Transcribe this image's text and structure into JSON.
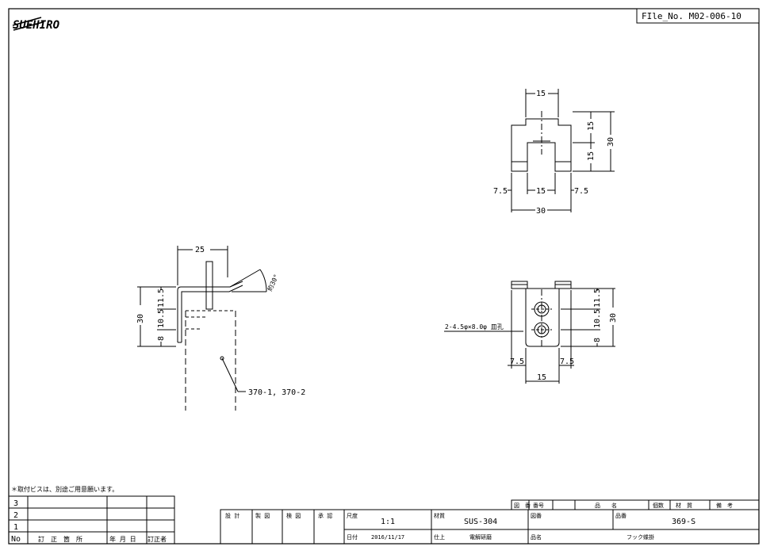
{
  "file_no": "FIle_No. M02-006-10",
  "logo": "SUEHIRO",
  "note": "＊取付ビスは、別途ご用意願います。",
  "dims": {
    "top_width": "15",
    "top_right_upper": "15",
    "top_right_lower": "15",
    "top_total_height": "30",
    "top_bottom_left": "7.5",
    "top_bottom_mid": "15",
    "top_bottom_right": "7.5",
    "top_bottom_total": "30",
    "side_top": "25",
    "side_angle": "約30°",
    "side_total": "30",
    "side_seg1": "11.5",
    "side_seg2": "10.5",
    "side_seg3": "8",
    "side_ref": "370-1, 370-2",
    "front_hole": "2-4.5φ×8.0φ 皿孔",
    "front_seg1": "11.5",
    "front_seg2": "10.5",
    "front_seg3": "8",
    "front_total": "30",
    "front_bottom_left": "7.5",
    "front_bottom_right": "7.5",
    "front_bottom_mid": "15"
  },
  "revision": {
    "rows": [
      "3",
      "2",
      "1"
    ],
    "headers": [
      "No",
      "訂　正　箇　所",
      "年 月 日",
      "訂正者"
    ]
  },
  "title_block": {
    "roles": [
      "設 計",
      "製 図",
      "検 図",
      "承 認"
    ],
    "scale_label": "尺度",
    "scale": "1:1",
    "material_label": "材質",
    "material": "SUS-304",
    "drawing_no_label": "図番",
    "part_no_label": "品番",
    "part_no": "369-S",
    "date_label": "日付",
    "date": "2016/11/17",
    "finish_label": "仕上",
    "finish": "電解研磨",
    "name_label": "品名",
    "name": "フック蝶掛",
    "parts_headers": [
      "図　番",
      "番号",
      "品　　名",
      "個数",
      "材　質",
      "備　考"
    ]
  }
}
